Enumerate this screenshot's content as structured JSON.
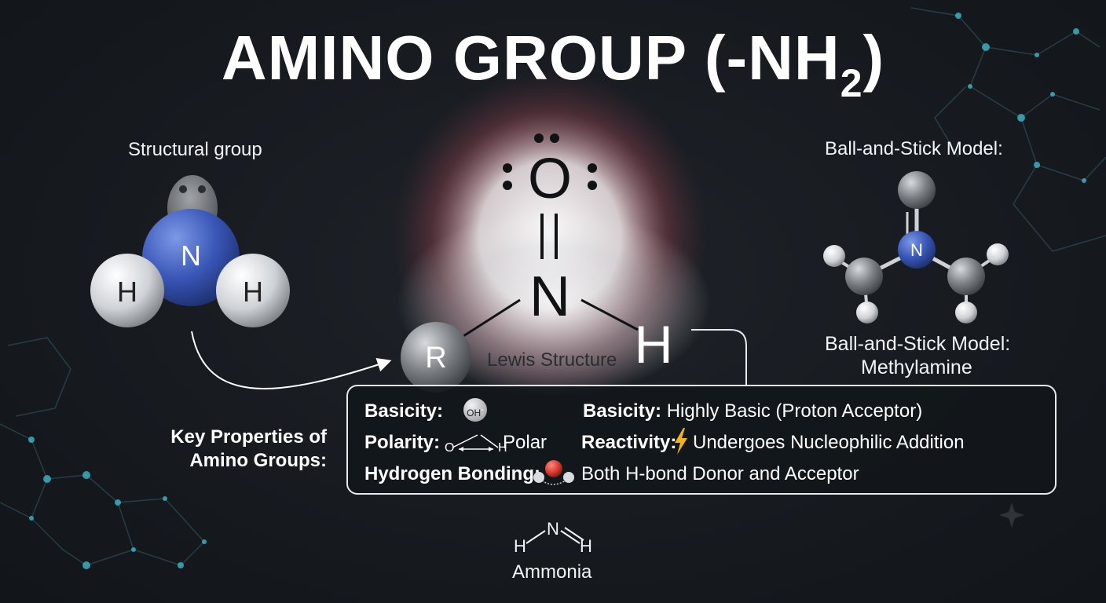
{
  "title": {
    "main": "AMINO GROUP (-NH",
    "subscript": "2",
    "close": ")"
  },
  "structural_group": {
    "label": "Structural group",
    "atoms": {
      "center": "N",
      "left": "H",
      "right": "H"
    }
  },
  "lewis": {
    "label": "Lewis Structure",
    "atoms": {
      "top": "O",
      "center": "N",
      "right": "H",
      "left": "R"
    }
  },
  "ball_stick": {
    "label_top": "Ball-and-Stick Model:",
    "label_bottom_line1": "Ball-and-Stick Model:",
    "label_bottom_line2": "Methylamine",
    "center_atom": "N"
  },
  "key_properties": {
    "line1": "Key Properties of",
    "line2": "Amino Groups:"
  },
  "properties": {
    "basicity_label": "Basicity:",
    "basicity_icon_text": "OH",
    "basicity_icon_charge": "-",
    "basicity_desc_label": "Basicity:",
    "basicity_desc": "Highly Basic (Proton Acceptor)",
    "polarity_label": "Polarity:",
    "polarity_o": "O",
    "polarity_h": "H",
    "polarity_value": "Polar",
    "reactivity_label": "Reactivity:",
    "reactivity_value": "Undergoes Nucleophilic Addition",
    "hbond_label": "Hydrogen Bonding:",
    "hbond_value": "Both H-bond Donor and Acceptor"
  },
  "ammonia": {
    "n": "N",
    "h_left": "H",
    "h_right": "H",
    "label": "Ammonia"
  },
  "colors": {
    "background": "#161a1f",
    "nitrogen_blue": "#3a57b8",
    "glow_red": "#c0485a",
    "lightning": "#f2b21e"
  }
}
